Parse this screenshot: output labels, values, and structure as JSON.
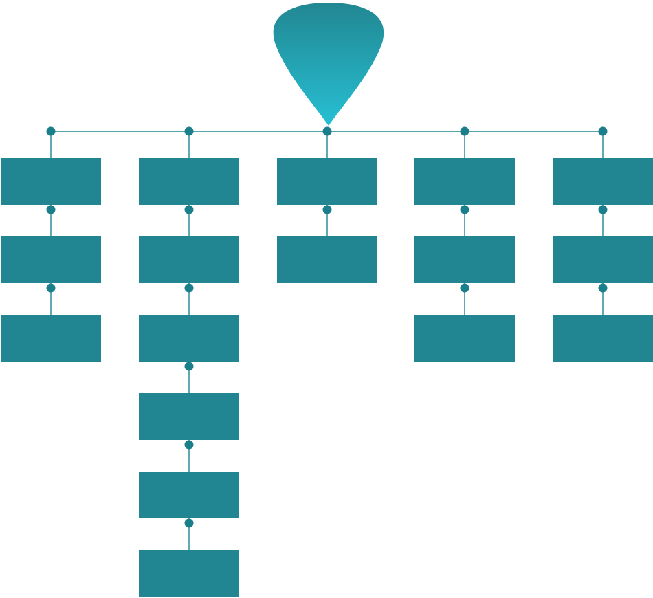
{
  "colors": {
    "box": "#218691",
    "connector": "#1d8691",
    "dot": "#1b7f8b",
    "pin_top": "#218792",
    "pin_bottom": "#27bfd3",
    "background": "#ffffff"
  },
  "root": {
    "icon": "map-pin-icon"
  },
  "columns": [
    {
      "boxes": 3
    },
    {
      "boxes": 6
    },
    {
      "boxes": 2
    },
    {
      "boxes": 3
    },
    {
      "boxes": 3
    }
  ]
}
